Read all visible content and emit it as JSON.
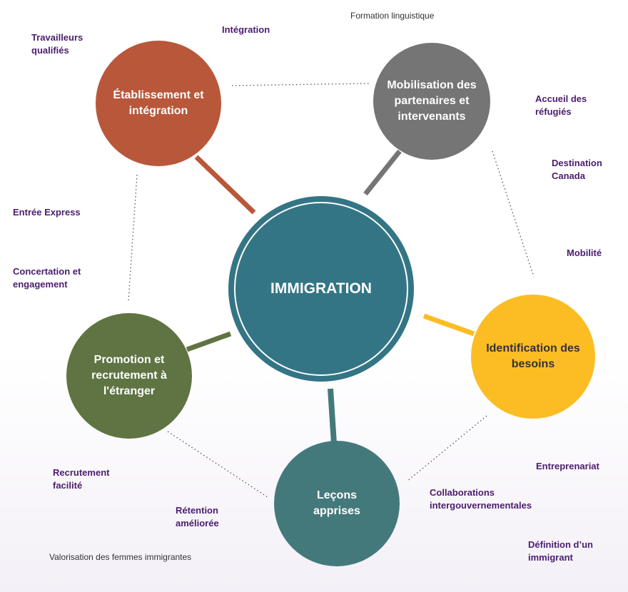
{
  "center": {
    "label": "IMMIGRATION",
    "color": "#347585"
  },
  "nodes": [
    {
      "label": "Établissement et intégration",
      "color": "#b9573b"
    },
    {
      "label": "Mobilisation des partenaires et intervenants",
      "color": "#757575"
    },
    {
      "label": "Identification des besoins",
      "color": "#fbbd23"
    },
    {
      "label": "Promotion et recrutement à l'étranger",
      "color": "#5f7442"
    },
    {
      "label": "Leçons apprises",
      "color": "#44797c"
    }
  ],
  "tags": [
    "Travailleurs qualifiés",
    "Intégration",
    "Accueil des réfugiés",
    "Destination Canada",
    "Mobilité",
    "Entrée Express",
    "Concertation et engagement",
    "Recrutement facilité",
    "Rétention améliorée",
    "Entreprenariat",
    "Collaborations intergouvernementales",
    "Définition d’un immigrant"
  ],
  "plain": [
    "Formation linguistique",
    "Valorisation des femmes immigrantes"
  ]
}
